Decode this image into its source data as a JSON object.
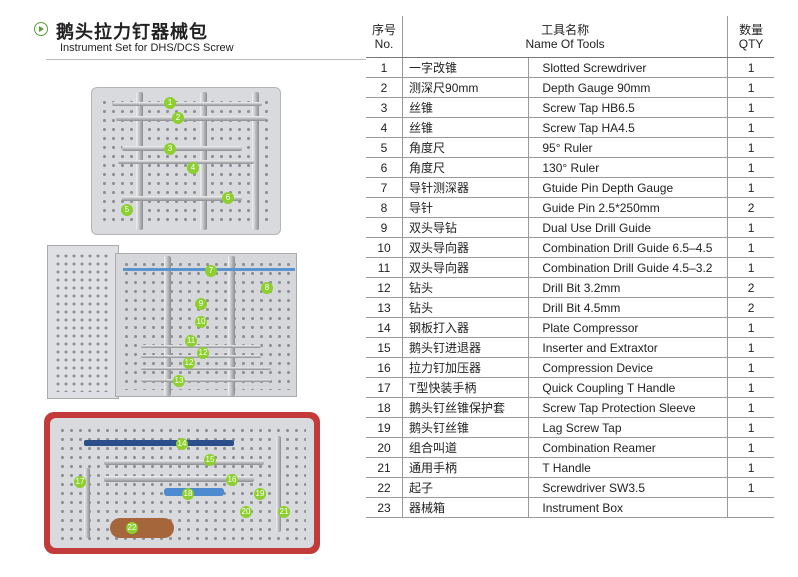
{
  "header": {
    "title_cn": "鹅头拉力钉器械包",
    "title_en": "Instrument Set  for DHS/DCS Screw"
  },
  "table": {
    "headers": {
      "no_cn": "序号",
      "no_en": "No.",
      "name_cn": "工具名称",
      "name_en": "Name Of Tools",
      "qty_cn": "数量",
      "qty_en": "QTY"
    },
    "rows": [
      {
        "no": "1",
        "cn": "一字改锥",
        "en": "Slotted Screwdriver",
        "qty": "1"
      },
      {
        "no": "2",
        "cn": "测深尺90mm",
        "en": "Depth Gauge 90mm",
        "qty": "1"
      },
      {
        "no": "3",
        "cn": "丝锥",
        "en": "Screw Tap HB6.5",
        "qty": "1"
      },
      {
        "no": "4",
        "cn": "丝锥",
        "en": "Screw Tap HA4.5",
        "qty": "1"
      },
      {
        "no": "5",
        "cn": "角度尺",
        "en": "95°   Ruler",
        "qty": "1"
      },
      {
        "no": "6",
        "cn": "角度尺",
        "en": "130°   Ruler",
        "qty": "1"
      },
      {
        "no": "7",
        "cn": "导针测深器",
        "en": "Gtuide Pin Depth Gauge",
        "qty": "1"
      },
      {
        "no": "8",
        "cn": "导针",
        "en": "Guide Pin 2.5*250mm",
        "qty": "2"
      },
      {
        "no": "9",
        "cn": "双头导钻",
        "en": "Dual Use Drill Guide",
        "qty": "1"
      },
      {
        "no": "10",
        "cn": "双头导向器",
        "en": "Combination Drill Guide 6.5–4.5",
        "qty": "1"
      },
      {
        "no": "11",
        "cn": "双头导向器",
        "en": "Combination Drill Guide 4.5–3.2",
        "qty": "1"
      },
      {
        "no": "12",
        "cn": "钻头",
        "en": "Drill Bit 3.2mm",
        "qty": "2"
      },
      {
        "no": "13",
        "cn": "钻头",
        "en": "Drill Bit 4.5mm",
        "qty": "2"
      },
      {
        "no": "14",
        "cn": "钢板打入器",
        "en": "Plate Compressor",
        "qty": "1"
      },
      {
        "no": "15",
        "cn": "鹅头钉进退器",
        "en": "Inserter and Extraxtor",
        "qty": "1"
      },
      {
        "no": "16",
        "cn": "拉力钉加压器",
        "en": "Compression Device",
        "qty": "1"
      },
      {
        "no": "17",
        "cn": "T型快装手柄",
        "en": "Quick Coupling T Handle",
        "qty": "1"
      },
      {
        "no": "18",
        "cn": "鹅头钉丝锥保护套",
        "en": "Screw Tap Protection Sleeve",
        "qty": "1"
      },
      {
        "no": "19",
        "cn": "鹅头钉丝锥",
        "en": "Lag Screw Tap",
        "qty": "1"
      },
      {
        "no": "20",
        "cn": "组合叫道",
        "en": "Combination Reamer",
        "qty": "1"
      },
      {
        "no": "21",
        "cn": "通用手柄",
        "en": "T Handle",
        "qty": "1"
      },
      {
        "no": "22",
        "cn": "起子",
        "en": "Screwdriver SW3.5",
        "qty": "1"
      },
      {
        "no": "23",
        "cn": "器械箱",
        "en": "Instrument Box",
        "qty": ""
      }
    ]
  },
  "photo_labels": {
    "tray1": [
      "1",
      "2",
      "3",
      "4",
      "5",
      "6"
    ],
    "tray2": [
      "7",
      "8",
      "9",
      "10",
      "11",
      "12",
      "12",
      "13"
    ],
    "tray3": [
      "14",
      "15",
      "16",
      "17",
      "18",
      "19",
      "20",
      "21",
      "22"
    ]
  },
  "colors": {
    "accent": "#5a9e3a",
    "label_badge": "#8ccf2e",
    "tray3_border": "#c23a3a"
  }
}
